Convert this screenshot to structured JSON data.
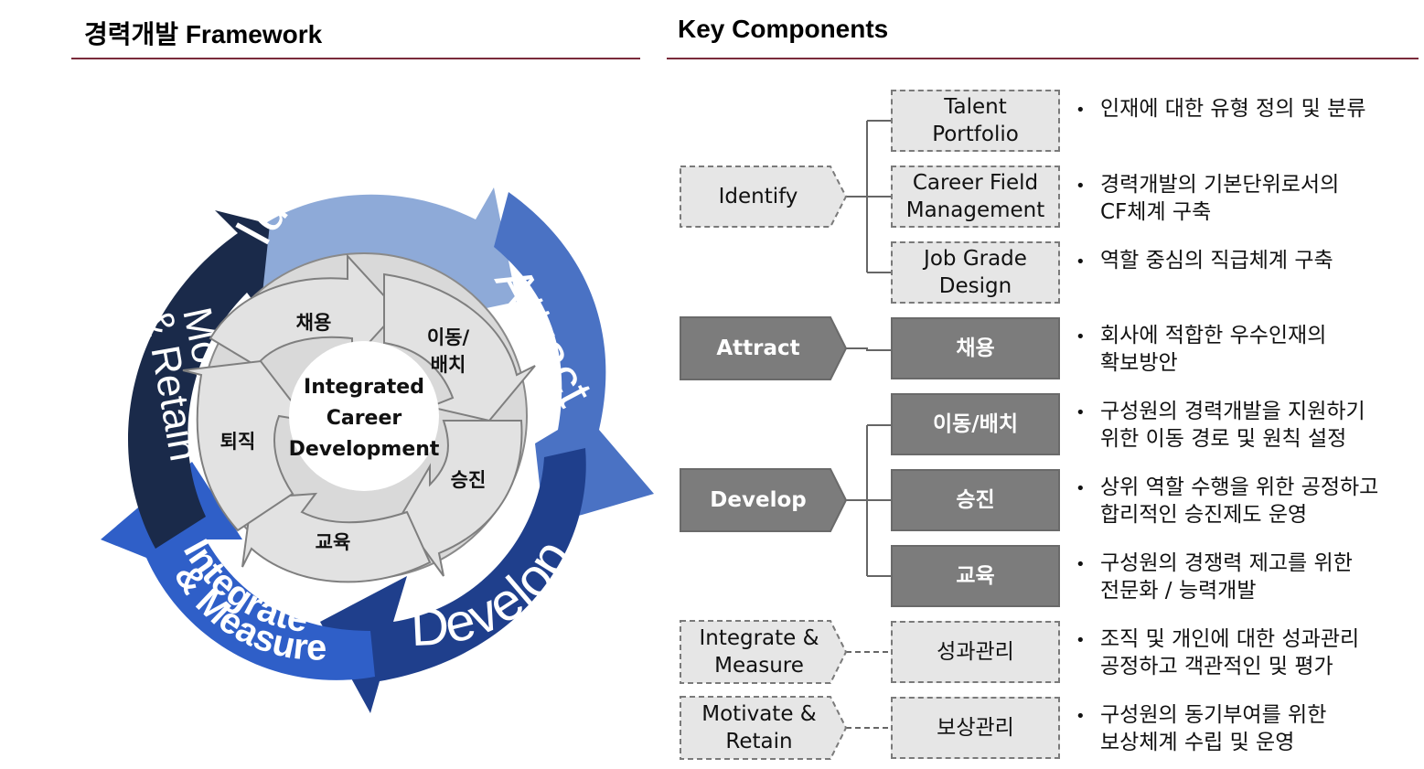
{
  "left_title": "경력개발 Framework",
  "right_title": "Key Components",
  "cycle": {
    "center": [
      "Integrated",
      "Career",
      "Development"
    ],
    "outer": [
      "Identify",
      "Attract",
      "Develop",
      "Integrate",
      "& Measure",
      "Motivate",
      "& Retain"
    ],
    "inner": [
      "채용",
      "이동/",
      "배치",
      "승진",
      "교육",
      "퇴직"
    ]
  },
  "stages": [
    {
      "label": "Identify",
      "style": "light"
    },
    {
      "label": "Attract",
      "style": "dark"
    },
    {
      "label": "Develop",
      "style": "dark"
    },
    {
      "label": "Integrate &\nMeasure",
      "style": "light"
    },
    {
      "label": "Motivate &\nRetain",
      "style": "light"
    }
  ],
  "components": [
    {
      "label": "Talent\nPortfolio",
      "style": "light",
      "desc": "인재에 대한 유형 정의 및 분류"
    },
    {
      "label": "Career Field\nManagement",
      "style": "light",
      "desc": "경력개발의 기본단위로서의\nCF체계 구축"
    },
    {
      "label": "Job Grade\nDesign",
      "style": "light",
      "desc": "역할 중심의 직급체계 구축"
    },
    {
      "label": "채용",
      "style": "dark",
      "desc": "회사에 적합한 우수인재의\n확보방안"
    },
    {
      "label": "이동/배치",
      "style": "dark",
      "desc": "구성원의 경력개발을 지원하기\n위한 이동 경로 및 원칙 설정"
    },
    {
      "label": "승진",
      "style": "dark",
      "desc": "상위 역할 수행을 위한 공정하고\n합리적인 승진제도 운영"
    },
    {
      "label": "교육",
      "style": "dark",
      "desc": "구성원의 경쟁력 제고를 위한\n전문화 / 능력개발"
    },
    {
      "label": "성과관리",
      "style": "light",
      "desc": "조직 및 개인에 대한 성과관리\n공정하고 객관적인 및 평가"
    },
    {
      "label": "보상관리",
      "style": "light",
      "desc": "구성원의 동기부여를 위한\n보상체계 수립 및 운영"
    }
  ],
  "bullet_char": "•",
  "colors": {
    "rule": "#7a2a3a",
    "identify": "#8eaad8",
    "attract": "#4a72c4",
    "develop": "#1f3f8c",
    "integrate": "#2f5fc8",
    "motivate": "#1a2a4a",
    "inner": "#d9d9d9"
  }
}
